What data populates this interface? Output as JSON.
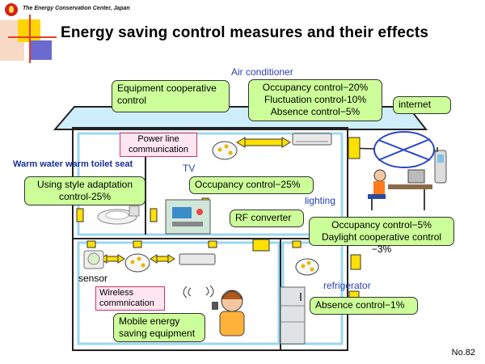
{
  "header": {
    "organization": "The Energy Conservation Center, Japan",
    "title": "Energy saving control measures and their effects"
  },
  "labels": {
    "air_conditioner": "Air conditioner",
    "tv": "TV",
    "lighting": "lighting",
    "refrigerator": "refrigerator",
    "sensor": "sensor",
    "warm_water_toilet_seat": "Warm water warm toilet seat"
  },
  "callouts": {
    "equipment_cooperative": "Equipment cooperative control",
    "aircon_line1": "Occupancy control−20%",
    "aircon_line2": "Fluctuation control-10%",
    "aircon_line3": "Absence control−5%",
    "internet": "internet",
    "toilet_line1": "Using style adaptation",
    "toilet_line2": "control-25%",
    "tv_occupancy": "Occupancy control−25%",
    "rf_converter": "RF converter",
    "lighting_line1": "Occupancy control−5%",
    "lighting_line2": "Daylight cooperative control −3%",
    "mobile_line1": "Mobile energy",
    "mobile_line2": "saving equipment",
    "fridge_absence": "Absence control−1%"
  },
  "tags": {
    "power_line": "Power line communication",
    "wireless": "Wireless commnication"
  },
  "footer": {
    "page_number": "No.82"
  },
  "colors": {
    "callout_fill": "#ccff99",
    "blue_label": "#2b3fb0",
    "connector_yellow": "#ffe000",
    "tag_fill": "#ffe6f0"
  }
}
